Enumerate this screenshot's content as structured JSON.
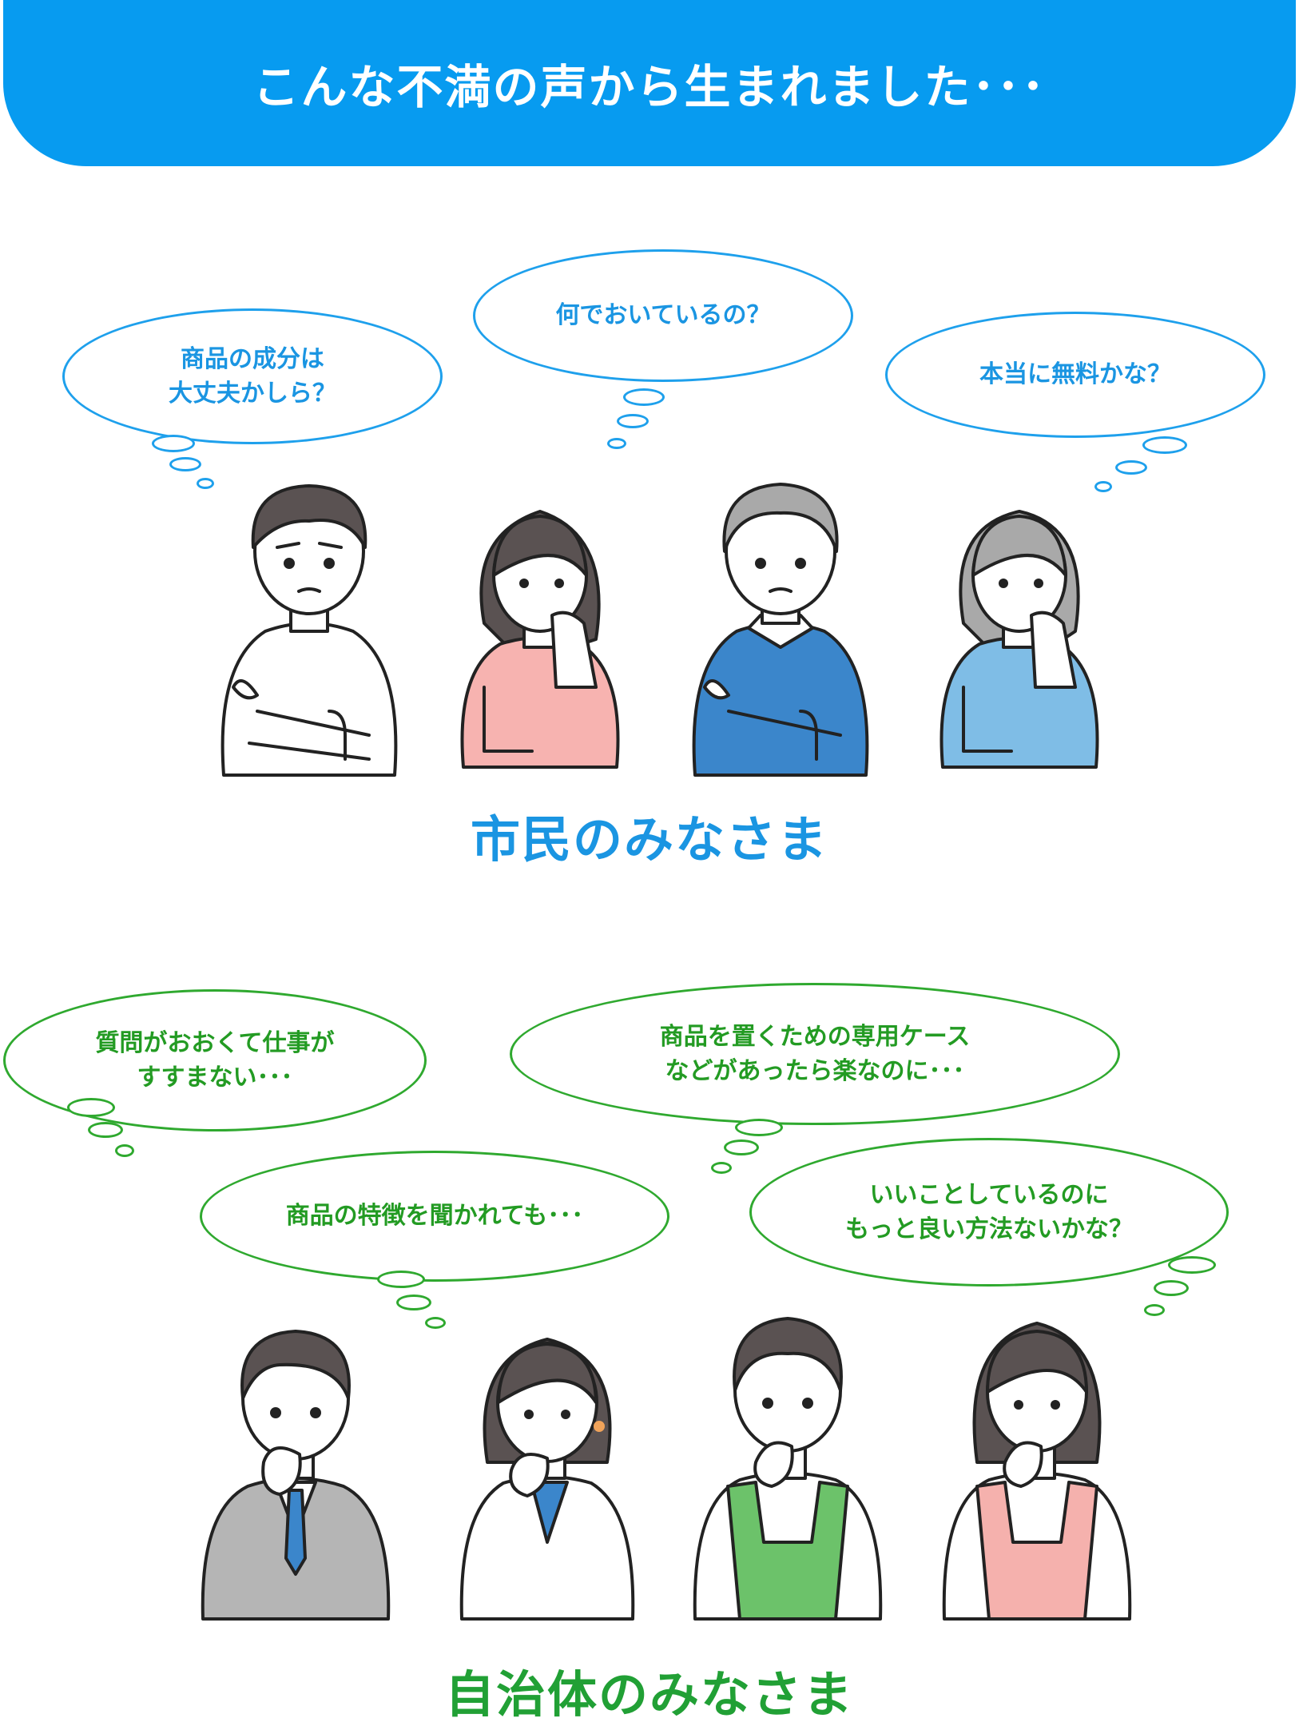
{
  "header": {
    "title": "こんな不満の声から生まれました･･･"
  },
  "citizens": {
    "label": "市民のみなさま",
    "bubbles": [
      {
        "text": "商品の成分は\n大丈夫かしら？"
      },
      {
        "text": "何でおいているの？"
      },
      {
        "text": "本当に無料かな？"
      }
    ]
  },
  "government": {
    "label": "自治体のみなさま",
    "bubbles": [
      {
        "text": "質問がおおくて仕事が\nすすまない･･･"
      },
      {
        "text": "商品を置くための専用ケース\nなどがあったら楽なのに･･･"
      },
      {
        "text": "商品の特徴を聞かれても･･･"
      },
      {
        "text": "いいことしているのに\nもっと良い方法ないかな？"
      }
    ]
  },
  "colors": {
    "banner": "#079bf0",
    "citizen_accent": "#1a95e2",
    "government_accent": "#21a035",
    "hair_dark": "#5a5252",
    "hair_gray": "#a9a9a9",
    "skin": "#ffffff",
    "pink_shirt": "#f7b3b0",
    "blue_shirt": "#3b86cb",
    "light_blue_shirt": "#7fbde6",
    "gray_suit": "#b5b5b5",
    "green_apron": "#6cc26a",
    "pink_apron": "#f5b1ad"
  }
}
